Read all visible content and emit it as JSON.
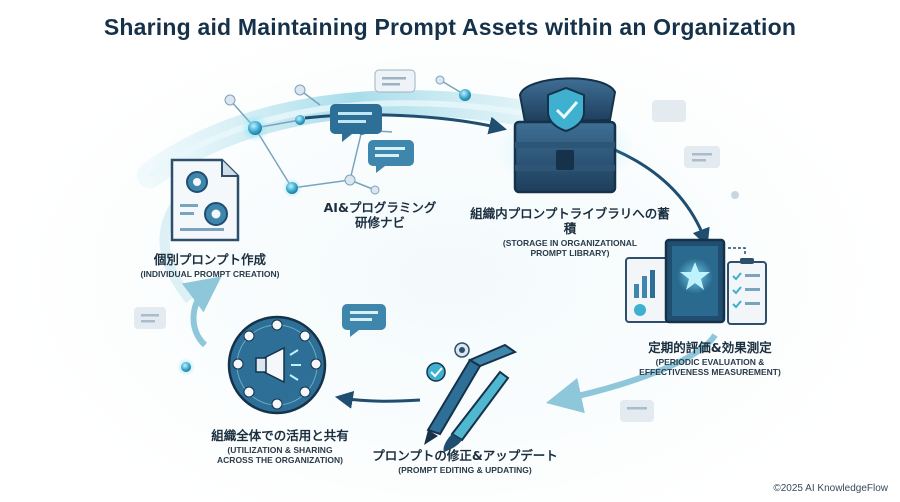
{
  "title": "Sharing aid Maintaining Prompt Assets within an Organization",
  "steps": [
    {
      "jp": "個別プロンプト作成",
      "en": "(INDIVIDUAL PROMPT CREATION)"
    },
    {
      "jp": "組織内プロンプトライブラリへの蓄積",
      "en": "(STORAGE IN ORGANIZATIONAL\nPROMPT LIBRARY)"
    },
    {
      "jp": "定期的評価&効果測定",
      "en": "(PERIODIC EVALUATION &\nEFFECTIVENESS MEASUREMENT)"
    },
    {
      "jp": "プロンプトの修正&アップデート",
      "en": "(PROMPT EDITING & UPDATING)"
    },
    {
      "jp": "組織全体での活用と共有",
      "en": "(UTILIZATION & SHARING\nACROSS THE ORGANIZATION)"
    }
  ],
  "training": {
    "line1": "AI&プログラミング",
    "line2": "研修ナビ"
  },
  "footer": "©2025 AI KnowledgeFlow",
  "colors": {
    "navy": "#16324a",
    "teal": "#4fb8cf",
    "accent": "#2d6f96"
  }
}
